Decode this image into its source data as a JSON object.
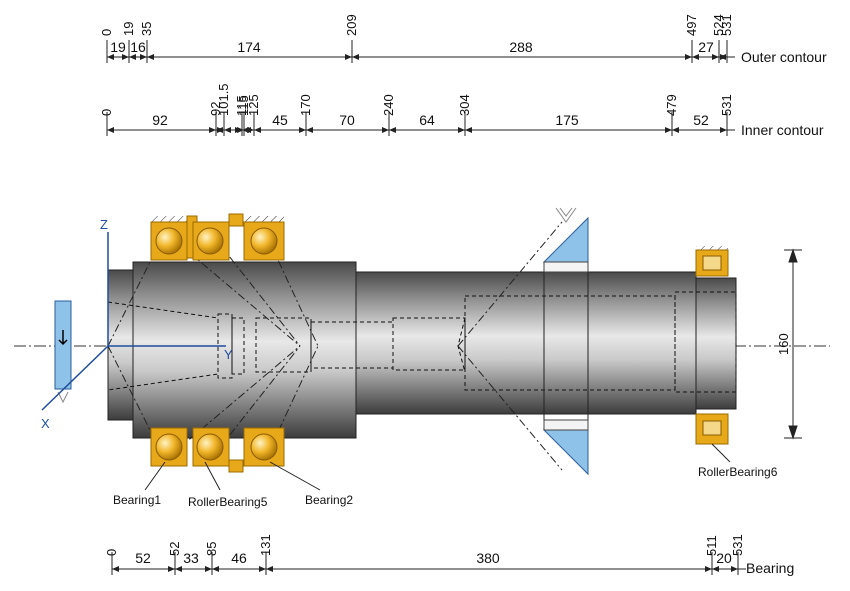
{
  "rows": {
    "outer": {
      "label": "Outer contour",
      "ticks": [
        "0",
        "19",
        "35",
        "209",
        "497",
        "524",
        "531"
      ],
      "segments": [
        "19",
        "16",
        "174",
        "288",
        "27"
      ]
    },
    "inner": {
      "label": "Inner contour",
      "ticks": [
        "0",
        "92",
        "101.5",
        "115",
        "115",
        "125",
        "170",
        "240",
        "304",
        "479",
        "531"
      ],
      "segments": [
        "92",
        "45",
        "70",
        "64",
        "175",
        "52"
      ]
    },
    "bearing": {
      "label": "Bearing",
      "ticks": [
        "0",
        "52",
        "85",
        "131",
        "511",
        "531"
      ],
      "segments": [
        "52",
        "33",
        "46",
        "380",
        "20"
      ]
    }
  },
  "axes": {
    "z": "Z",
    "y": "Y",
    "x": "X"
  },
  "diameter_label": "160",
  "bearing_labels": {
    "b1": "Bearing1",
    "rb5": "RollerBearing5",
    "b2": "Bearing2",
    "rb6": "RollerBearing6"
  },
  "colors": {
    "bearing": "#e7a91a",
    "bearing_edge": "#9b6a00",
    "ball": "#f1b62a",
    "support": "#8fc2e8",
    "axis_blue": "#1f4e9e"
  }
}
